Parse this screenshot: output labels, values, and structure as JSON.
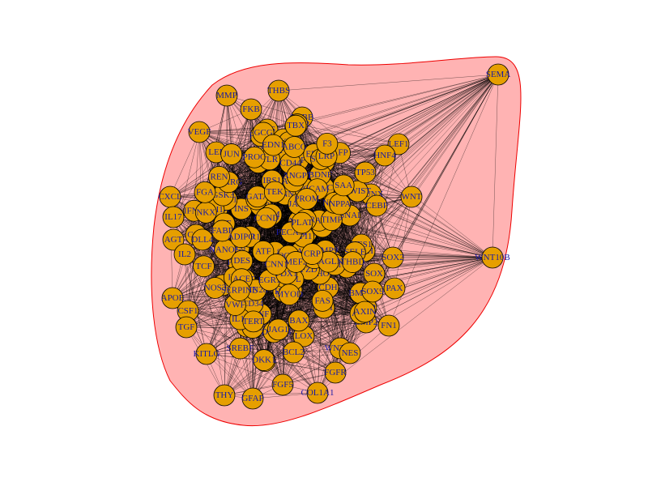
{
  "network": {
    "group_fill": "#ffb3b3",
    "group_border": "#ee0000",
    "node_color": "#E69F00",
    "label_color": "#1a1aa6",
    "nodes": [
      {
        "label": "SEMA"
      },
      {
        "label": "MMP"
      },
      {
        "label": "THBS"
      },
      {
        "label": "FKB"
      },
      {
        "label": "VEGF"
      },
      {
        "label": "FOS"
      },
      {
        "label": "LEP"
      },
      {
        "label": "LEF1"
      },
      {
        "label": "FGF2"
      },
      {
        "label": "ERBB"
      },
      {
        "label": "WNT"
      },
      {
        "label": "CXCL"
      },
      {
        "label": "IL17"
      },
      {
        "label": "CXCR"
      },
      {
        "label": "INS"
      },
      {
        "label": "AGT"
      },
      {
        "label": "CCL"
      },
      {
        "label": "IL2"
      },
      {
        "label": "IL6"
      },
      {
        "label": "WNT3A"
      },
      {
        "label": "WNT10B"
      },
      {
        "label": "ACTB"
      },
      {
        "label": "SNAI"
      },
      {
        "label": "TGFB"
      },
      {
        "label": "RUNX"
      },
      {
        "label": "SOX"
      },
      {
        "label": "PAX"
      },
      {
        "label": "APOE"
      },
      {
        "label": "CSF1"
      },
      {
        "label": "TGF"
      },
      {
        "label": "BMP"
      },
      {
        "label": "KIT"
      },
      {
        "label": "KITLG"
      },
      {
        "label": "CDH"
      },
      {
        "label": "HGF"
      },
      {
        "label": "FGF5"
      },
      {
        "label": "COL1A1"
      },
      {
        "label": "THY"
      },
      {
        "label": "GFAP"
      },
      {
        "label": "FGFR"
      },
      {
        "label": "NES"
      },
      {
        "label": "CTNNB"
      },
      {
        "label": "PDGFRB"
      },
      {
        "label": "NOTCH"
      },
      {
        "label": "STAT"
      },
      {
        "label": "SERPIN"
      },
      {
        "label": "SPP"
      },
      {
        "label": "MYC"
      },
      {
        "label": "IGF1"
      },
      {
        "label": "HNF4"
      },
      {
        "label": "FN1"
      },
      {
        "label": "SHH"
      },
      {
        "label": "NANO"
      },
      {
        "label": "LOX"
      },
      {
        "label": "RHO"
      },
      {
        "label": "EGF"
      },
      {
        "label": "TNF"
      },
      {
        "label": "IL1B"
      },
      {
        "label": "VIM"
      },
      {
        "label": "CD34"
      },
      {
        "label": "BMP2"
      },
      {
        "label": "BMP4"
      },
      {
        "label": "SOX2"
      },
      {
        "label": "SOX9"
      },
      {
        "label": "ZEB1"
      },
      {
        "label": "TWIST"
      },
      {
        "label": "KRT"
      },
      {
        "label": "ESR1"
      },
      {
        "label": "EPCAM"
      },
      {
        "label": "POU5"
      },
      {
        "label": "KLF4"
      },
      {
        "label": "LIN28"
      },
      {
        "label": "ALB"
      },
      {
        "label": "AFP"
      },
      {
        "label": "PTEN"
      },
      {
        "label": "AKT1"
      },
      {
        "label": "MTOR"
      },
      {
        "label": "JAK2"
      },
      {
        "label": "SMAD"
      },
      {
        "label": "ID1"
      },
      {
        "label": "DLL4"
      },
      {
        "label": "JAG1"
      },
      {
        "label": "HES1"
      },
      {
        "label": "GLI1"
      },
      {
        "label": "PTCH"
      },
      {
        "label": "NGF"
      },
      {
        "label": "BDNF"
      },
      {
        "label": "CAM"
      },
      {
        "label": "ICAM"
      },
      {
        "label": "SELE"
      },
      {
        "label": "MMP9"
      },
      {
        "label": "TIMP"
      },
      {
        "label": "PLAU"
      },
      {
        "label": "HIF1"
      },
      {
        "label": "EPO"
      },
      {
        "label": "CCND"
      },
      {
        "label": "CDK"
      },
      {
        "label": "TP53"
      },
      {
        "label": "BCL2"
      },
      {
        "label": "BAX"
      },
      {
        "label": "CASP"
      },
      {
        "label": "FAS"
      },
      {
        "label": "IFNG"
      },
      {
        "label": "IL4"
      },
      {
        "label": "IL10"
      },
      {
        "label": "IL8"
      },
      {
        "label": "CD44"
      },
      {
        "label": "PROM"
      },
      {
        "label": "ALDH"
      },
      {
        "label": "ABCG"
      },
      {
        "label": "NANOG"
      },
      {
        "label": "OCT4"
      },
      {
        "label": "TERT"
      },
      {
        "label": "DKK1"
      },
      {
        "label": "SFRP"
      },
      {
        "label": "AXIN"
      },
      {
        "label": "GSK3"
      },
      {
        "label": "FZD"
      },
      {
        "label": "LRP"
      },
      {
        "label": "TCF"
      },
      {
        "label": "JUN"
      },
      {
        "label": "EGR1"
      },
      {
        "label": "ATF"
      },
      {
        "label": "NFKB"
      },
      {
        "label": "TLR"
      },
      {
        "label": "MYD88"
      },
      {
        "label": "IRF"
      },
      {
        "label": "SPI1"
      },
      {
        "label": "CEBP"
      },
      {
        "label": "PPARG"
      },
      {
        "label": "FABP"
      },
      {
        "label": "ADIPO"
      },
      {
        "label": "LPL"
      },
      {
        "label": "SREBF"
      },
      {
        "label": "INSR"
      },
      {
        "label": "IRS1"
      },
      {
        "label": "GCG"
      },
      {
        "label": "PDX1"
      },
      {
        "label": "NKX"
      },
      {
        "label": "GATA"
      },
      {
        "label": "TBX"
      },
      {
        "label": "MEF2"
      },
      {
        "label": "MYOD"
      },
      {
        "label": "DES"
      },
      {
        "label": "ACTA"
      },
      {
        "label": "TAGLN"
      },
      {
        "label": "CNN1"
      },
      {
        "label": "PECAM"
      },
      {
        "label": "KDR"
      },
      {
        "label": "TEK"
      },
      {
        "label": "ANGPT"
      },
      {
        "label": "VWF"
      },
      {
        "label": "NOS3"
      },
      {
        "label": "EDN1"
      },
      {
        "label": "ACE"
      },
      {
        "label": "REN"
      },
      {
        "label": "NPPA"
      },
      {
        "label": "CRP"
      },
      {
        "label": "SAA"
      },
      {
        "label": "FGA"
      },
      {
        "label": "F3"
      },
      {
        "label": "PLAT"
      },
      {
        "label": "SERPINE"
      },
      {
        "label": "THBD"
      },
      {
        "label": "PROC"
      }
    ]
  }
}
